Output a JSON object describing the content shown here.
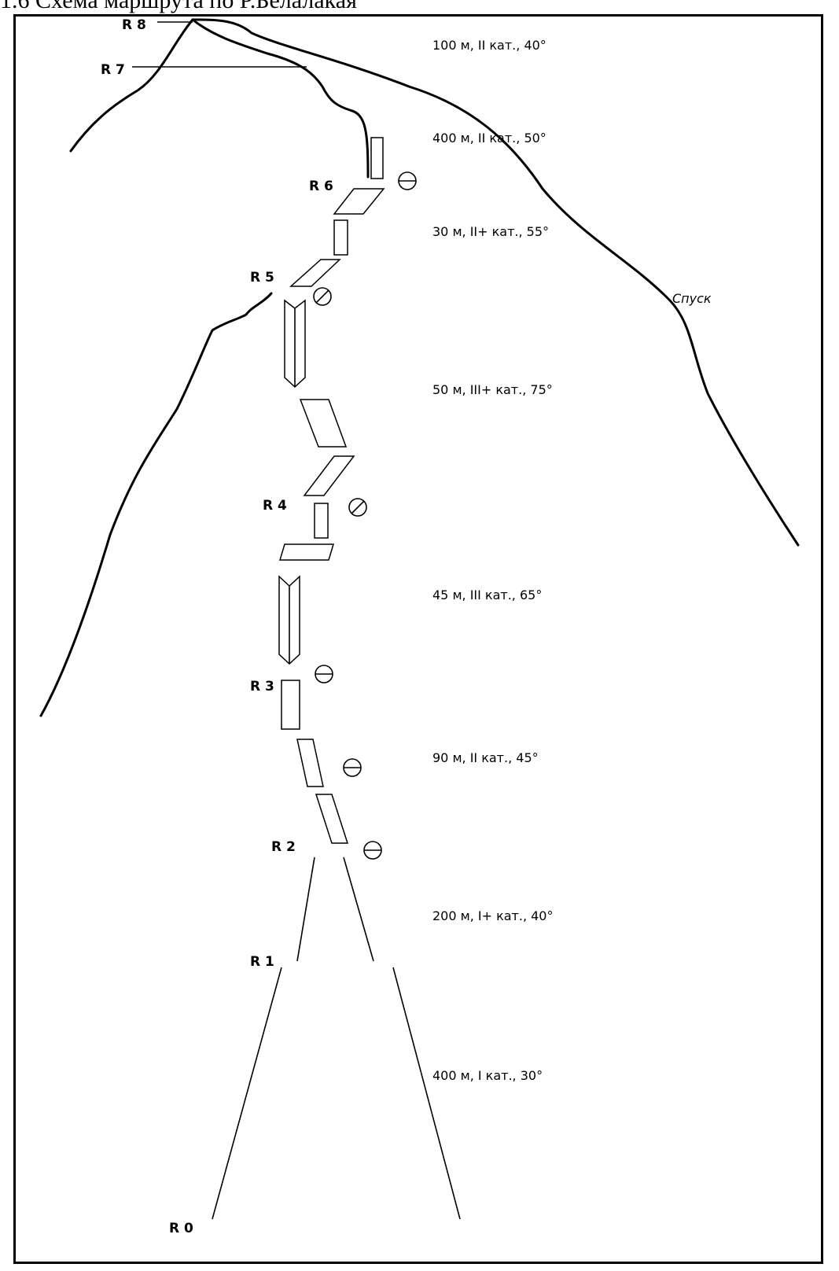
{
  "header": {
    "caption": "1.6 Схема маршрута по Р.Белалакая"
  },
  "diagram": {
    "belay_labels": [
      "R 0",
      "R 1",
      "R 2",
      "R 3",
      "R 4",
      "R 5",
      "R 6",
      "R 7",
      "R 8"
    ],
    "segments": [
      {
        "text": "100 м, II кат., 40°"
      },
      {
        "text": "400 м, II кат., 50°"
      },
      {
        "text": "30 м, II+ кат., 55°"
      },
      {
        "text": "50 м, III+ кат., 75°"
      },
      {
        "text": "45 м, III кат., 65°"
      },
      {
        "text": "90 м, II кат., 45°"
      },
      {
        "text": "200 м, I+ кат., 40°"
      },
      {
        "text": "400 м, I кат., 30°"
      }
    ],
    "descent_label": "Спуск"
  }
}
